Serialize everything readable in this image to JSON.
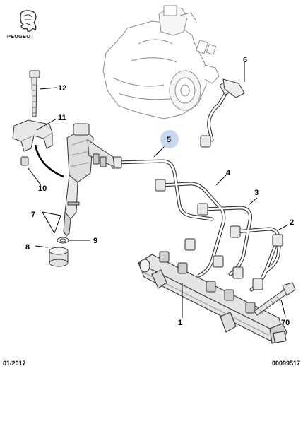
{
  "brand": {
    "name": "PEUGEOT",
    "logo_icon": "lion-logo-icon"
  },
  "footer": {
    "date": "01/2017",
    "reference": "00099517"
  },
  "callouts": [
    {
      "id": "1",
      "label": "1"
    },
    {
      "id": "2",
      "label": "2"
    },
    {
      "id": "3",
      "label": "3"
    },
    {
      "id": "4",
      "label": "4"
    },
    {
      "id": "5",
      "label": "5",
      "highlight_color": "#c8d8f0"
    },
    {
      "id": "6",
      "label": "6"
    },
    {
      "id": "7",
      "label": "7"
    },
    {
      "id": "8",
      "label": "8"
    },
    {
      "id": "9",
      "label": "9"
    },
    {
      "id": "10",
      "label": "10"
    },
    {
      "id": "11",
      "label": "11"
    },
    {
      "id": "12",
      "label": "12"
    },
    {
      "id": "70",
      "label": "70"
    }
  ]
}
